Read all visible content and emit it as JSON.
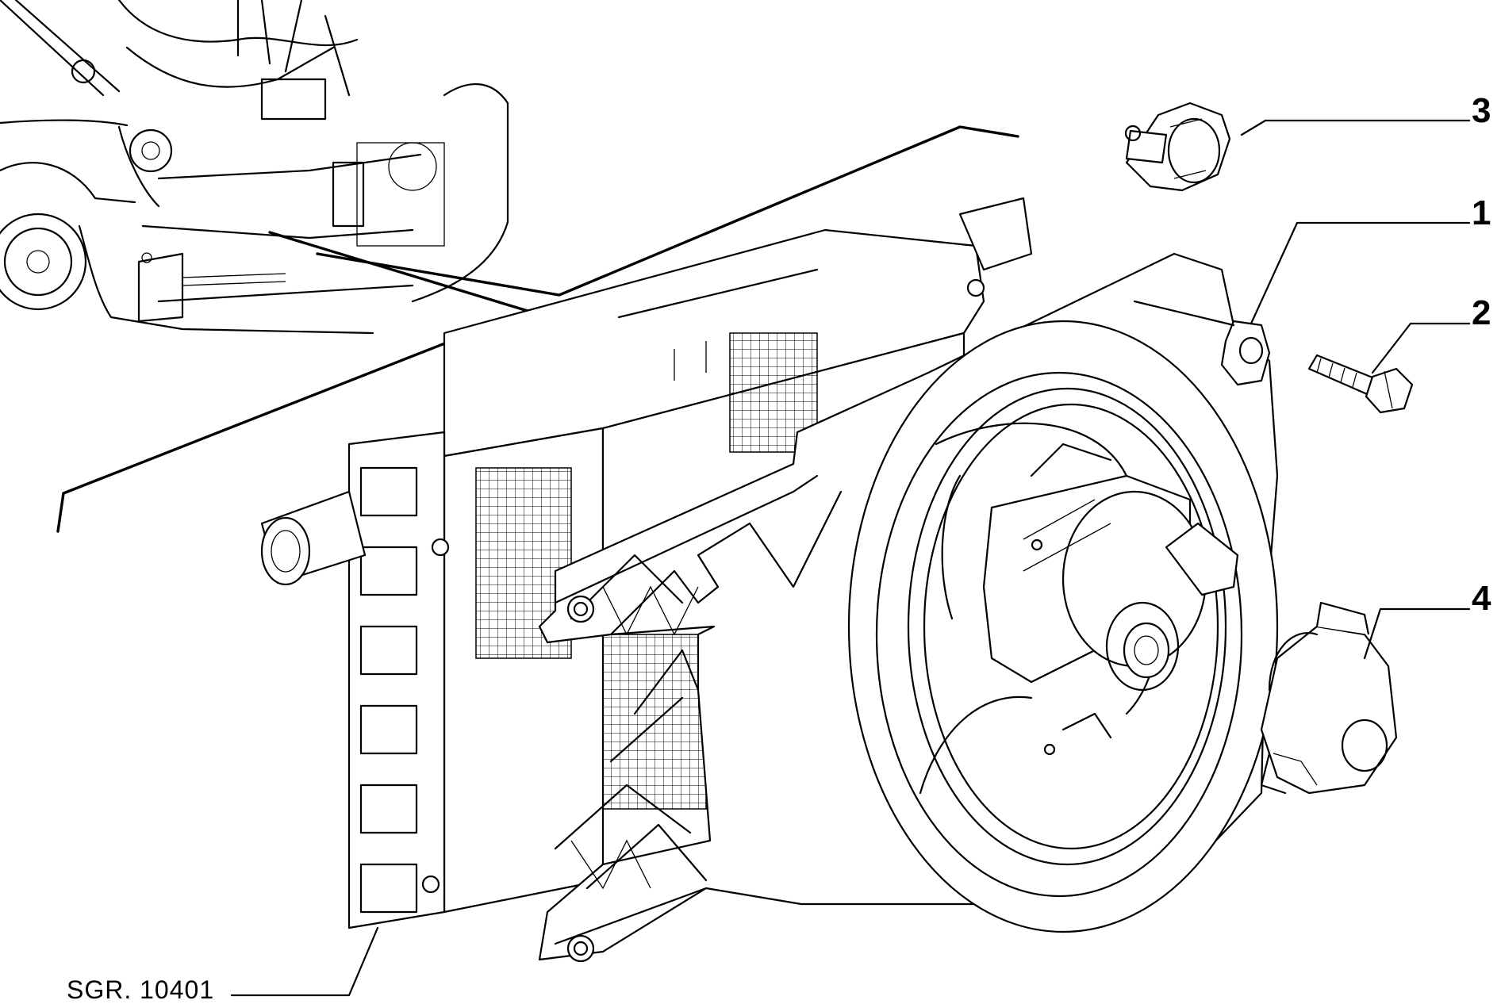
{
  "diagram": {
    "reference": "SGR. 10401",
    "callouts": [
      {
        "number": "1",
        "part": "fan-assembly"
      },
      {
        "number": "2",
        "part": "bolt"
      },
      {
        "number": "3",
        "part": "hose-clamp"
      },
      {
        "number": "4",
        "part": "cap"
      }
    ]
  }
}
